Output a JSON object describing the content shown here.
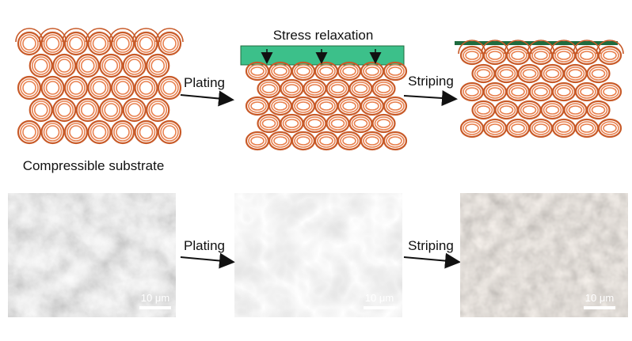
{
  "top_row": {
    "left_caption": "Compressible substrate",
    "middle_caption": "Stress relaxation",
    "arrow_1_label": "Plating",
    "arrow_2_label": "Striping"
  },
  "bottom_row": {
    "arrow_1_label": "Plating",
    "arrow_2_label": "Striping",
    "panels": [
      {
        "scale_label": "10 μm"
      },
      {
        "scale_label": "10 μm"
      },
      {
        "scale_label": "10 μm"
      }
    ]
  },
  "colors": {
    "ring": "#e8804e",
    "ring_dark": "#c85a28",
    "plated_layer": "#3cc08a",
    "thin_layer": "#1f6b3e",
    "arrow": "#111111"
  }
}
